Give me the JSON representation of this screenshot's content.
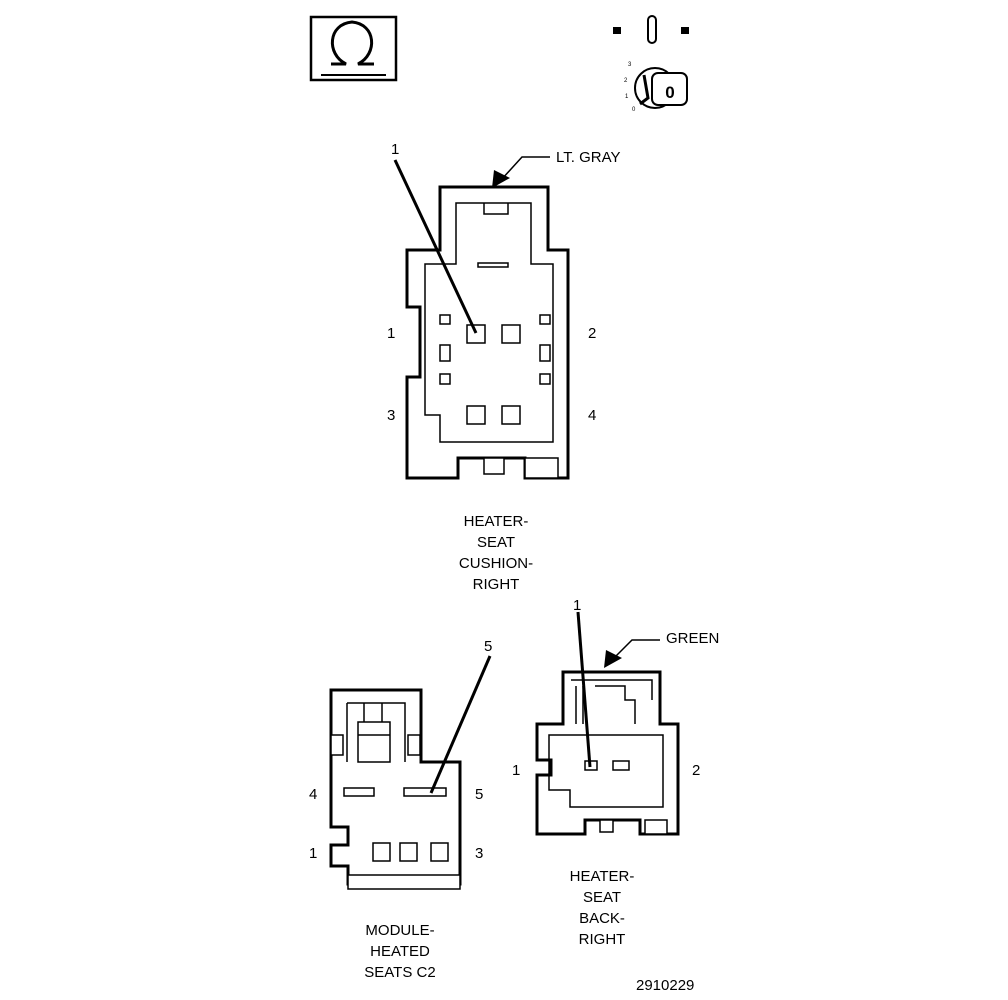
{
  "icons": {
    "omega": "omega-icon",
    "ignition": "ignition-switch-icon",
    "ignition_text": "0",
    "ignition_positions": [
      "3",
      "2",
      "1",
      "0"
    ]
  },
  "connectors": [
    {
      "title": [
        "HEATER-",
        "SEAT",
        "CUSHION-",
        "RIGHT"
      ],
      "color_label": "LT. GRAY",
      "pin_callout": "1",
      "pin_labels": [
        "1",
        "2",
        "3",
        "4"
      ]
    },
    {
      "title": [
        "MODULE-",
        "HEATED",
        "SEATS C2"
      ],
      "pin_callout": "5",
      "pin_labels": [
        "4",
        "5",
        "1",
        "3"
      ]
    },
    {
      "title": [
        "HEATER-",
        "SEAT",
        "BACK-",
        "RIGHT"
      ],
      "color_label": "GREEN",
      "pin_callout": "1",
      "pin_labels": [
        "1",
        "2"
      ]
    }
  ],
  "figure_number": "2910229"
}
